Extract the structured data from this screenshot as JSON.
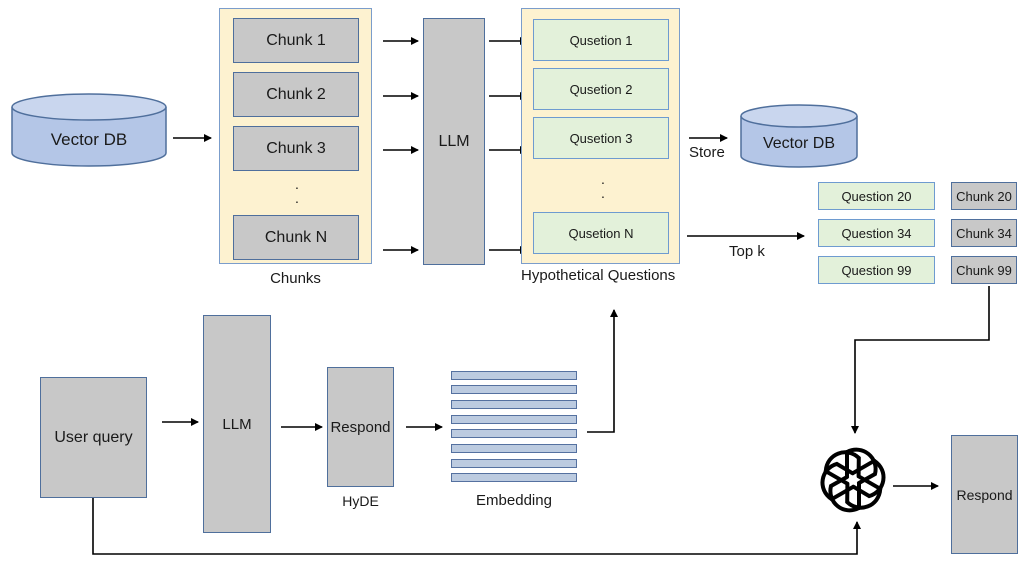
{
  "vector_db_source": "Vector DB",
  "vector_db_store": "Vector DB",
  "chunks": [
    "Chunk 1",
    "Chunk 2",
    "Chunk 3",
    "Chunk N"
  ],
  "chunks_label": "Chunks",
  "llm_top": "LLM",
  "questions": [
    "Qusetion 1",
    "Qusetion 2",
    "Qusetion 3",
    "Qusetion N"
  ],
  "questions_label": "Hypothetical Questions",
  "store_label": "Store",
  "topk_label": "Top k",
  "retrieved_questions": [
    "Question 20",
    "Question 34",
    "Question 99"
  ],
  "retrieved_chunks": [
    "Chunk 20",
    "Chunk 34",
    "Chunk 99"
  ],
  "user_query": "User query",
  "llm_bottom": "LLM",
  "hyde_respond": "Respond",
  "hyde_label": "HyDE",
  "embedding_label": "Embedding",
  "final_respond": "Respond",
  "logo_icon": "openai-logo-icon",
  "colors": {
    "panel": "#fdf2d0",
    "gray_box": "#c8c8c8",
    "question_box": "#e3f1da",
    "db": "#b4c6e7",
    "border": "#4f6f9c"
  }
}
